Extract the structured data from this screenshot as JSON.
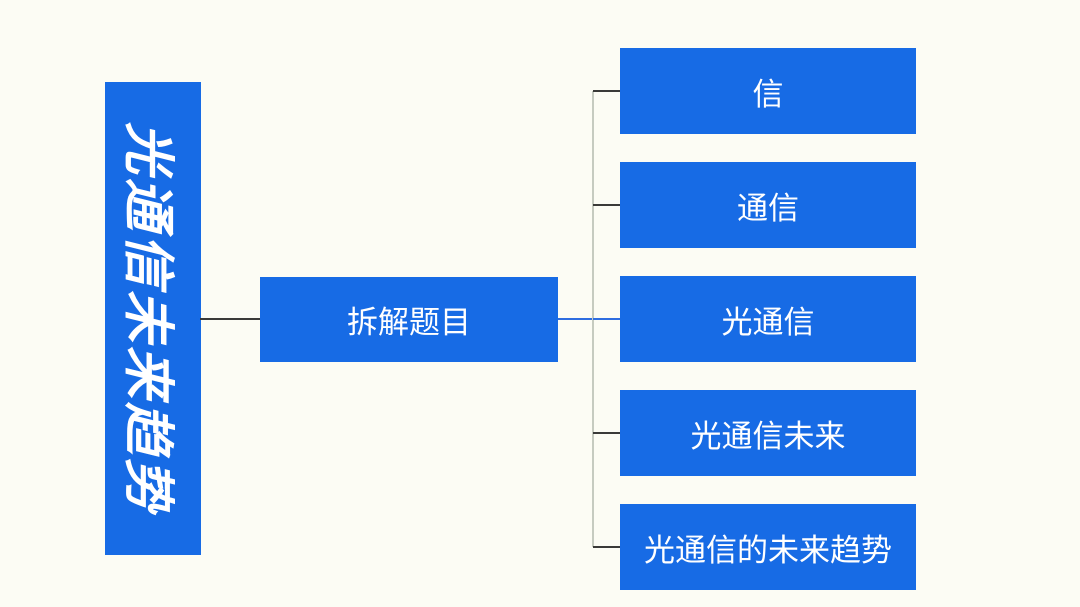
{
  "diagram": {
    "title_node": {
      "label": "光通信未来趋势"
    },
    "middle_node": {
      "label": "拆解题目"
    },
    "leaves": [
      {
        "label": "信"
      },
      {
        "label": "通信"
      },
      {
        "label": "光通信"
      },
      {
        "label": "光通信未来"
      },
      {
        "label": "光通信的未来趋势"
      }
    ],
    "colors": {
      "box_fill": "#176be5",
      "box_text": "#ffffff",
      "background": "#fcfcf4",
      "connector_dark": "#3a3a38",
      "connector_blue": "#2e6de0",
      "spine_gray": "#c6cbc0"
    }
  }
}
